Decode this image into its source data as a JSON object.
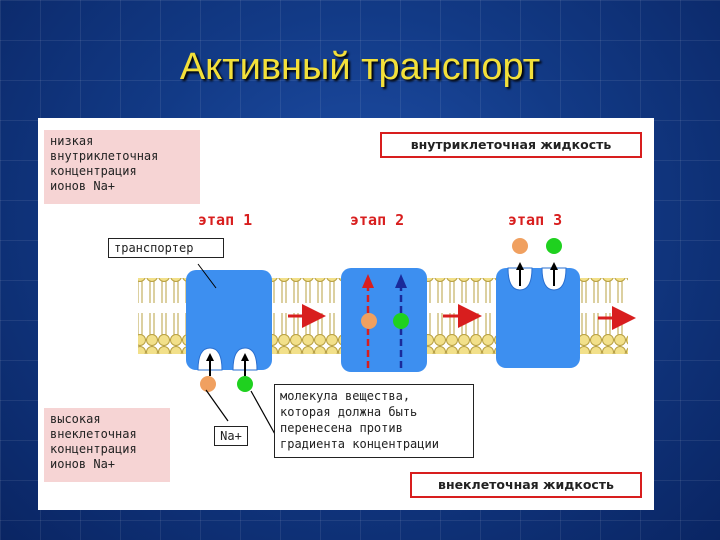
{
  "title": "Активный транспорт",
  "notes": {
    "low": [
      "низкая",
      "внутриклеточная",
      "концентрация",
      "ионов Na+"
    ],
    "high": [
      "высокая",
      "внеклеточная",
      "концентрация",
      "ионов Na+"
    ]
  },
  "regions": {
    "intracellular": "внутриклеточная жидкость",
    "extracellular": "внеклеточная жидкость"
  },
  "stages": [
    "этап 1",
    "этап 2",
    "этап 3"
  ],
  "labels": {
    "transporter": "транспортер",
    "na": "Na+",
    "molecule": [
      "молекула вещества,",
      "которая должна быть",
      "перенесена против",
      "градиента концентрации"
    ]
  },
  "colors": {
    "title": "#f3e03a",
    "transporter": "#3d8ff0",
    "membrane": "#f2e08a",
    "sodium": "#f0a060",
    "molecule": "#1fd11f",
    "arrow": "#d81e1e"
  }
}
